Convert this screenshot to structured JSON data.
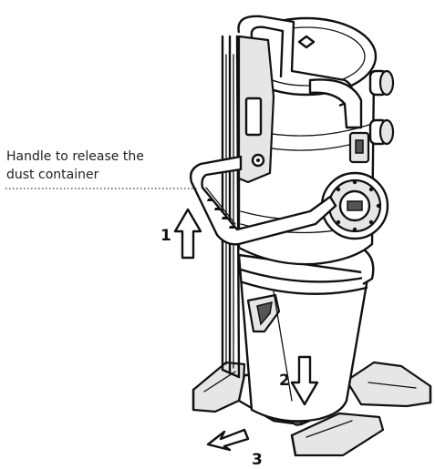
{
  "callout": {
    "line1": "Handle to release the",
    "line2": "dust container"
  },
  "steps": {
    "step1": "1",
    "step2": "2",
    "step3": "3"
  },
  "icons": {
    "arrow_up": "up-outline-arrow",
    "arrow_down": "down-outline-arrow",
    "arrow_out": "diagonal-outline-arrow"
  }
}
